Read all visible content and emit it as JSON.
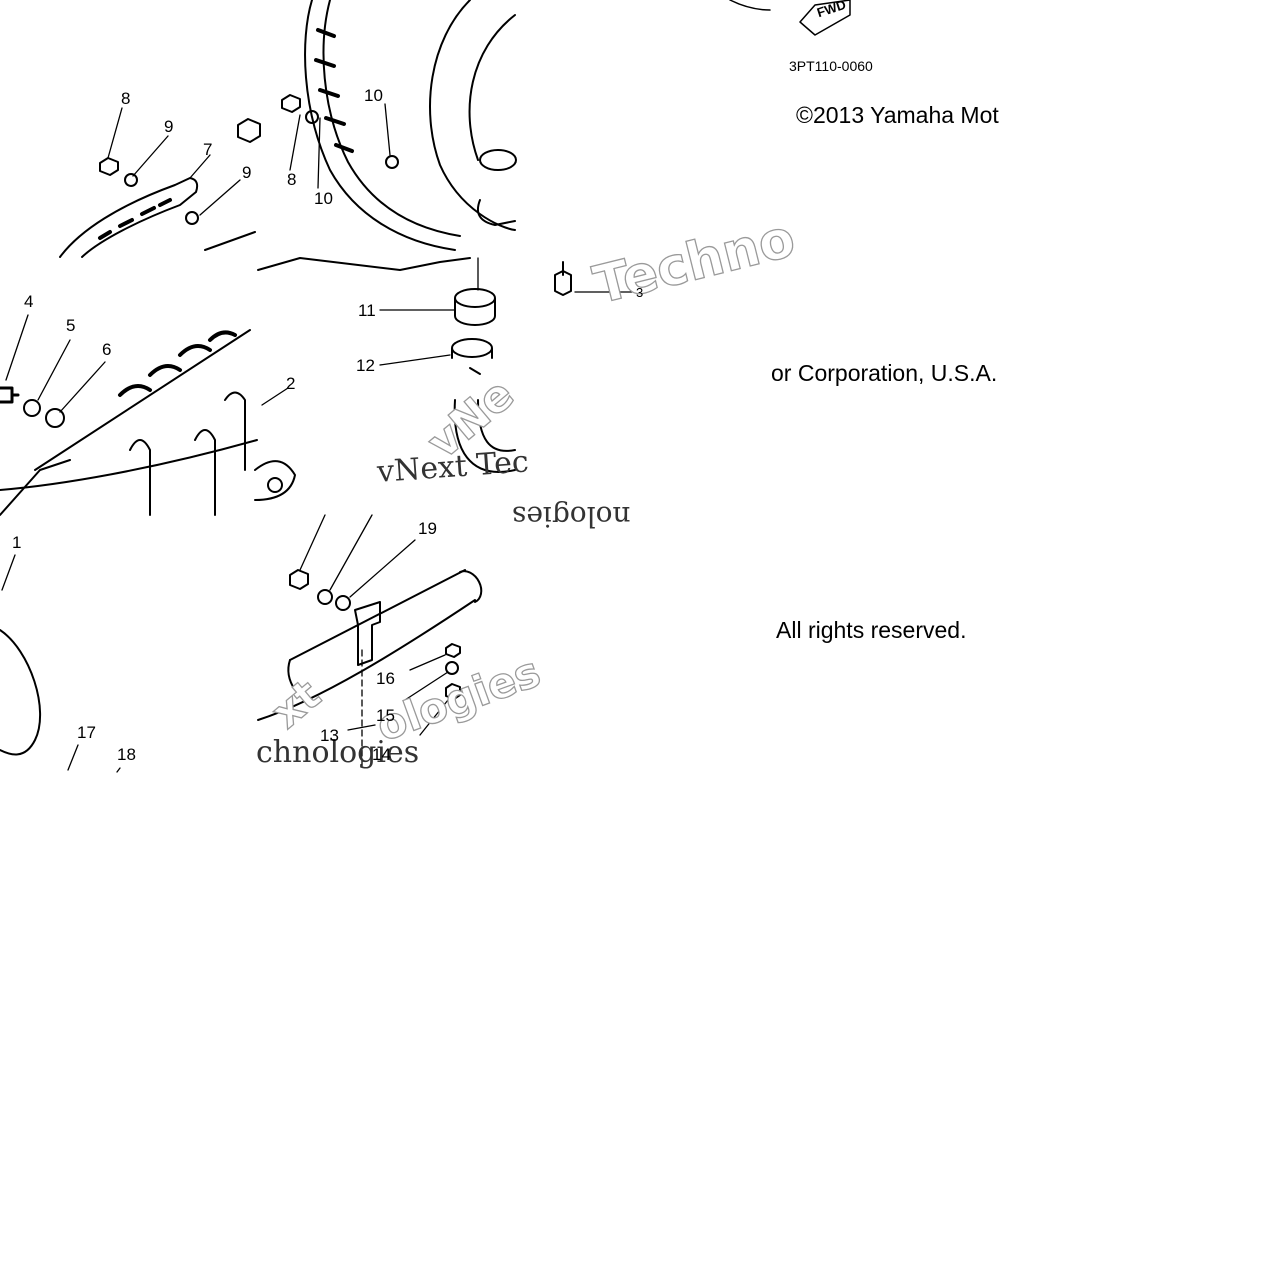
{
  "diagram": {
    "ref_code": "3PT110-0060",
    "fwd_label": "FWD",
    "copyright": [
      "©2013 Yamaha Mot",
      "or Corporation, U.S.A.",
      "All rights reserved."
    ],
    "watermarks": [
      "Techno",
      "vNext Tec",
      "nologies",
      "vNe",
      "xt",
      "chnologies",
      "ologies"
    ],
    "callouts": [
      {
        "id": "c1",
        "label": "1"
      },
      {
        "id": "c2",
        "label": "2"
      },
      {
        "id": "c3",
        "label": "3"
      },
      {
        "id": "c4",
        "label": "4"
      },
      {
        "id": "c5",
        "label": "5"
      },
      {
        "id": "c6",
        "label": "6"
      },
      {
        "id": "c7",
        "label": "7"
      },
      {
        "id": "c8a",
        "label": "8"
      },
      {
        "id": "c8b",
        "label": "8"
      },
      {
        "id": "c9a",
        "label": "9"
      },
      {
        "id": "c9b",
        "label": "9"
      },
      {
        "id": "c10a",
        "label": "10"
      },
      {
        "id": "c10b",
        "label": "10"
      },
      {
        "id": "c11",
        "label": "11"
      },
      {
        "id": "c12",
        "label": "12"
      },
      {
        "id": "c13",
        "label": "13"
      },
      {
        "id": "c14",
        "label": "14"
      },
      {
        "id": "c15",
        "label": "15"
      },
      {
        "id": "c16",
        "label": "16"
      },
      {
        "id": "c17",
        "label": "17"
      },
      {
        "id": "c18",
        "label": "18"
      },
      {
        "id": "c19",
        "label": "19"
      }
    ]
  }
}
